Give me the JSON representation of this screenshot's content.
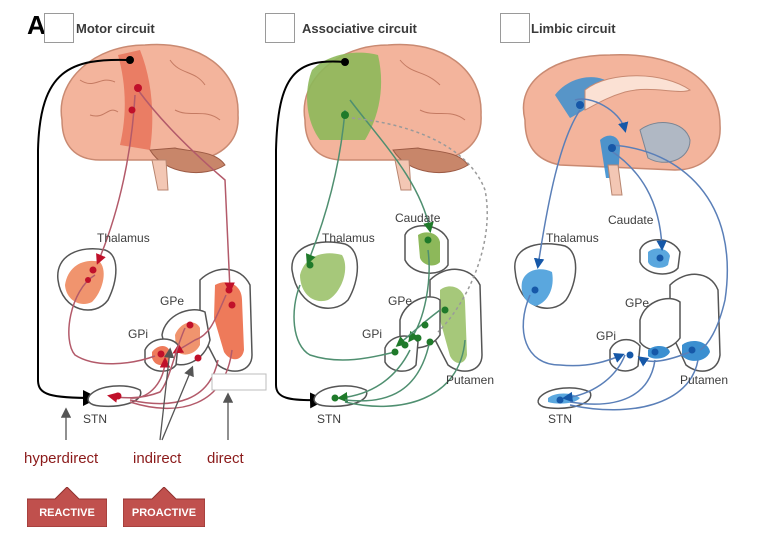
{
  "panel_letter": "A",
  "panels": [
    {
      "title": "Motor circuit",
      "labels": {
        "thalamus": "Thalamus",
        "gpe": "GPe",
        "gpi": "GPi",
        "stn": "STN"
      }
    },
    {
      "title": "Associative circuit",
      "labels": {
        "caudate": "Caudate",
        "thalamus": "Thalamus",
        "gpe": "GPe",
        "gpi": "GPi",
        "putamen": "Putamen",
        "stn": "STN"
      }
    },
    {
      "title": "Limbic circuit",
      "labels": {
        "caudate": "Caudate",
        "thalamus": "Thalamus",
        "gpe": "GPe",
        "gpi": "GPi",
        "putamen": "Putamen",
        "stn": "STN"
      }
    }
  ],
  "pathways": [
    "hyperdirect",
    "indirect",
    "direct"
  ],
  "strategies": [
    "REACTIVE",
    "PROACTIVE"
  ],
  "colors": {
    "motor": "#e8735a",
    "motor_line": "#b35a6a",
    "motor_marker": "#c0102a",
    "assoc": "#8db85a",
    "assoc_line": "#4f8f70",
    "assoc_marker": "#1f7a2a",
    "limbic": "#3b8fd0",
    "limbic_line": "#5a7fb8",
    "limbic_marker": "#1658a8",
    "brain": "#f3b49c",
    "pathway_text": "#8b1a1a",
    "strategy_fill": "#c0504d"
  }
}
